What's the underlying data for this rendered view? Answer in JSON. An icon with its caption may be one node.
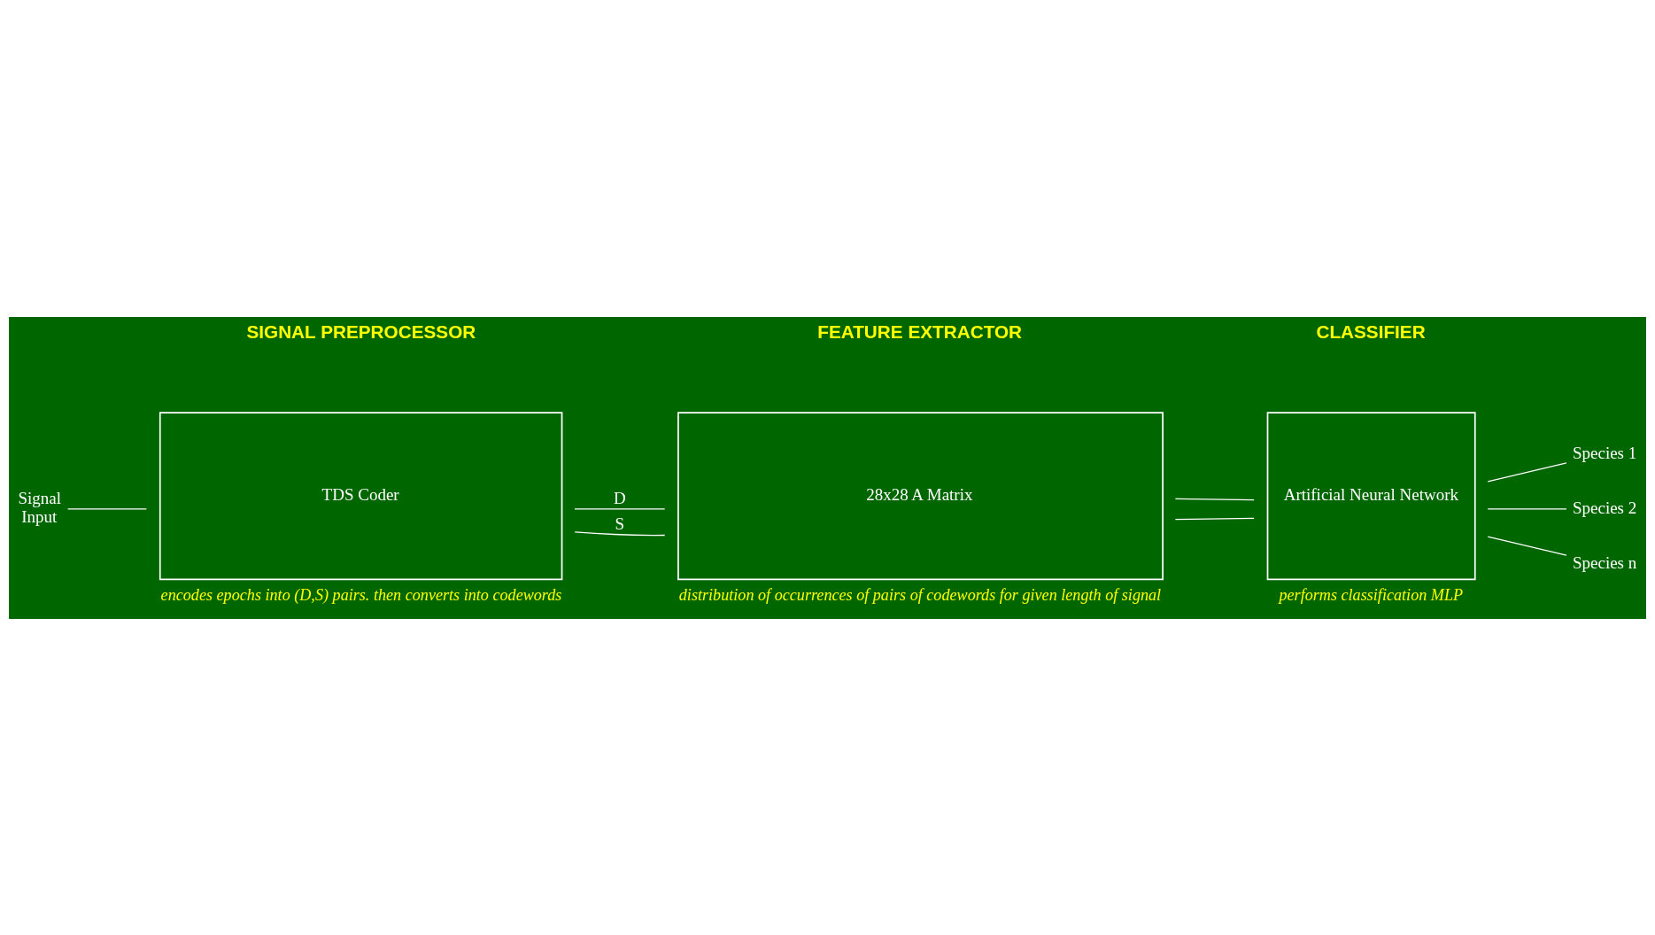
{
  "diagram": {
    "nodes": [
      {
        "text": [
          "TDS Coder"
        ],
        "beside": [
          "encodes epochs into (D,S) pairs. then converts into codewords"
        ]
      },
      {
        "text": [
          "28x28 A Matrix"
        ],
        "beside": [
          "distribution of occurrences of pairs of codewords for given length of signal"
        ]
      },
      {
        "text": [
          "Artificial Neural Network"
        ],
        "beside": [
          "performs classification MLP"
        ]
      },
      {
        "text": [
          "Signal",
          "Input"
        ]
      },
      {
        "text": [
          "Species 1"
        ]
      },
      {
        "text": [
          "Species 2"
        ]
      },
      {
        "text": [
          "Species n"
        ]
      }
    ],
    "edges": [
      {
        "from": 3,
        "to": 0,
        "arrow": "none"
      },
      {
        "from": 0,
        "to": 1,
        "label": "D",
        "arrow": "none"
      },
      {
        "from": 0,
        "to": 1,
        "label": "S",
        "arrow": "none"
      },
      {
        "from": 1,
        "to": 2,
        "arrow": "none"
      },
      {
        "from": 1,
        "to": 2,
        "arrow": "none"
      },
      {
        "from": 2,
        "to": 4,
        "arrow": "none"
      },
      {
        "from": 2,
        "to": 5,
        "arrow": "none"
      },
      {
        "from": 2,
        "to": 6,
        "arrow": "none"
      }
    ],
    "labels": [
      "SIGNAL PREPROCESSOR",
      "FEATURE EXTRACTOR",
      "CLASSIFIER"
    ]
  }
}
